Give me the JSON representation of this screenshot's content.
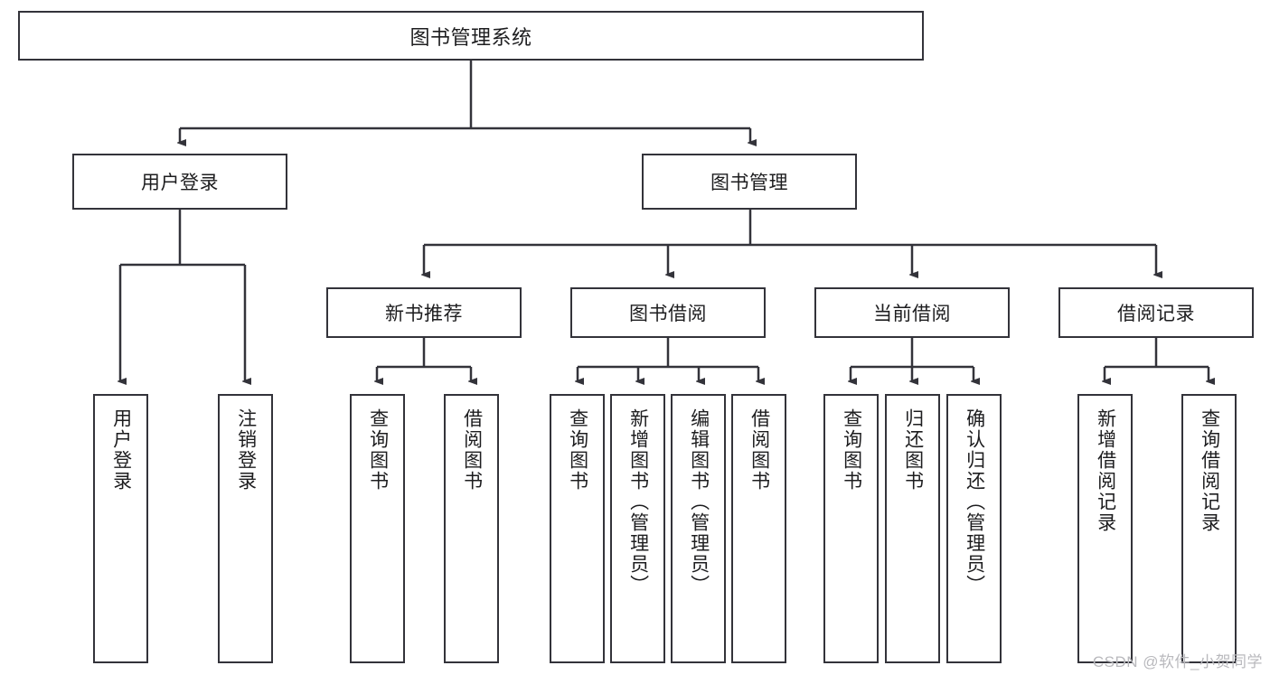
{
  "diagram": {
    "title": "图书管理系统",
    "type": "hierarchy-tree",
    "watermark": "CSDN @软件_小贺同学",
    "colors": {
      "box_border": "#33333a",
      "box_fill": "#ffffff",
      "connector": "#33333a",
      "text": "#1d1d1f",
      "watermark": "#b9b9bd",
      "background": "#ffffff"
    },
    "root": {
      "label": "图书管理系统",
      "level": 1
    },
    "level2": [
      {
        "label": "用户登录",
        "level": 2
      },
      {
        "label": "图书管理",
        "level": 2
      }
    ],
    "level3": [
      {
        "label": "新书推荐",
        "level": 3
      },
      {
        "label": "图书借阅",
        "level": 3
      },
      {
        "label": "当前借阅",
        "level": 3
      },
      {
        "label": "借阅记录",
        "level": 3
      }
    ],
    "leaves": {
      "user_login": [
        {
          "label": "用户登录"
        },
        {
          "label": "注销登录"
        }
      ],
      "new_book_recommend": [
        {
          "label": "查询图书"
        },
        {
          "label": "借阅图书"
        }
      ],
      "book_borrow": [
        {
          "label": "查询图书"
        },
        {
          "label": "新增图书（管理员）"
        },
        {
          "label": "编辑图书（管理员）"
        },
        {
          "label": "借阅图书"
        }
      ],
      "current_borrow": [
        {
          "label": "查询图书"
        },
        {
          "label": "归还图书"
        },
        {
          "label": "确认归还（管理员）"
        }
      ],
      "borrow_record": [
        {
          "label": "新增借阅记录"
        },
        {
          "label": "查询借阅记录"
        }
      ]
    }
  }
}
